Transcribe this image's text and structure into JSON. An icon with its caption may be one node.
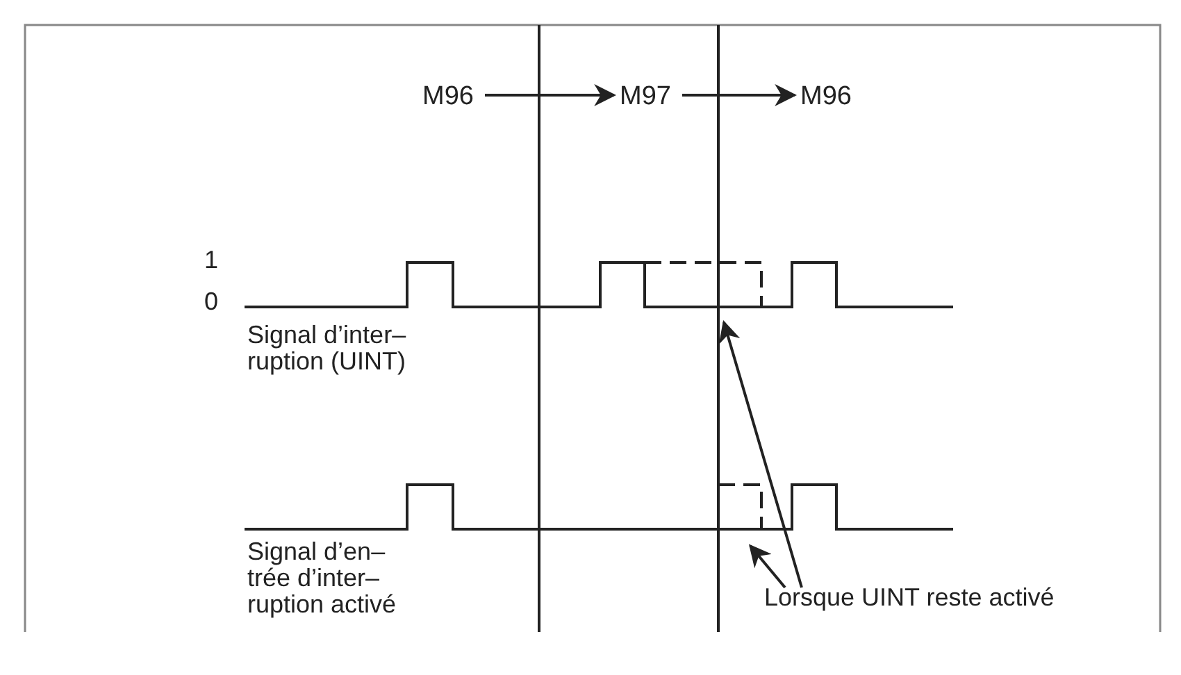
{
  "diagram": {
    "nodes": [
      {
        "text": [
          "M96"
        ]
      },
      {
        "text": [
          "M97"
        ]
      },
      {
        "text": [
          "M96"
        ]
      },
      {
        "text": [
          "Lorsque UINT reste activé"
        ]
      }
    ],
    "edges": [
      {
        "from": 0,
        "to": 1,
        "arrow": "to"
      },
      {
        "from": 1,
        "to": 2,
        "arrow": "to"
      },
      {
        "from": 3,
        "to": null,
        "arrow": "to"
      },
      {
        "from": 3,
        "to": null,
        "arrow": "to"
      }
    ],
    "labels": [
      "1",
      "0",
      "Signal d’inter– ruption (UINT)",
      "Signal d’en– trée d’inter– ruption activé"
    ]
  }
}
